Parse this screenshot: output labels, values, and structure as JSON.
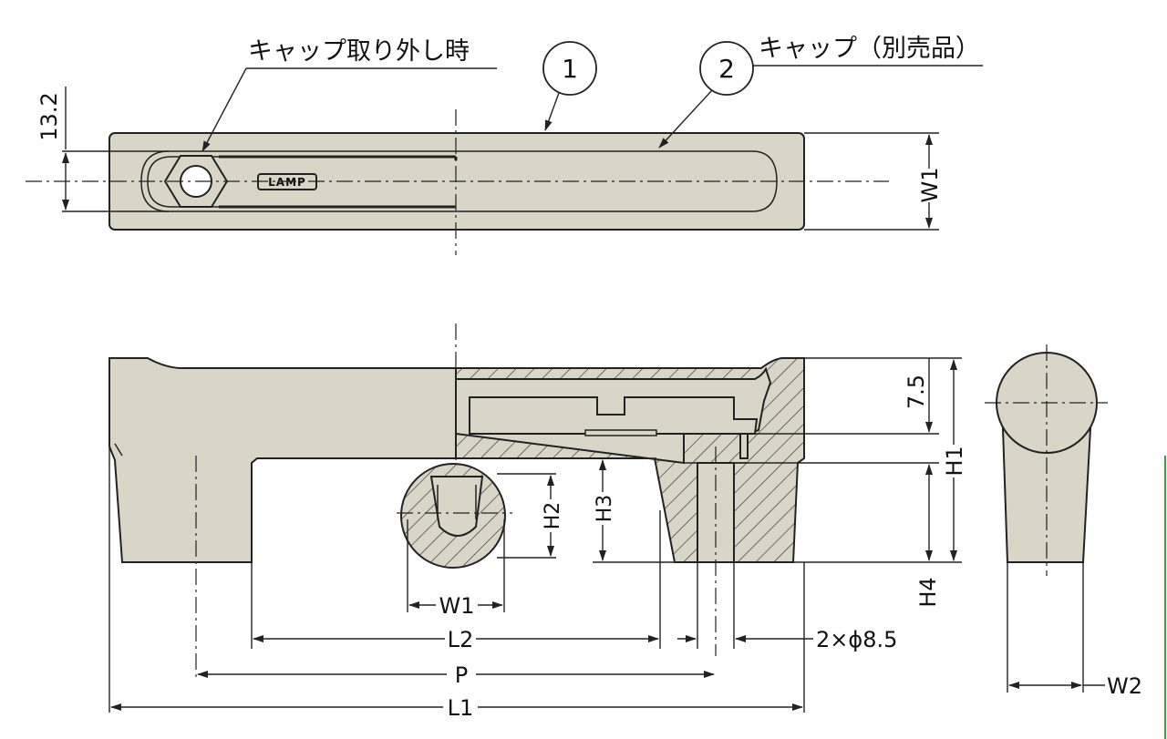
{
  "callouts": {
    "cap_removed": "キャップ取り外し時",
    "cap_sold_separately": "キャップ（別売品）",
    "balloon_1": "1",
    "balloon_2": "2"
  },
  "logo_text": "LAMP",
  "dimensions": {
    "top_height": "13.2",
    "W1_top": "W1",
    "dim_7_5": "7.5",
    "H1": "H1",
    "H2": "H2",
    "H3": "H3",
    "H4": "H4",
    "W1_section": "W1",
    "L2": "L2",
    "hole_spec": "2×ϕ8.5",
    "P": "P",
    "L1": "L1",
    "W2": "W2"
  },
  "colors": {
    "part_fill": "#d9d6c8",
    "line": "#222222"
  }
}
